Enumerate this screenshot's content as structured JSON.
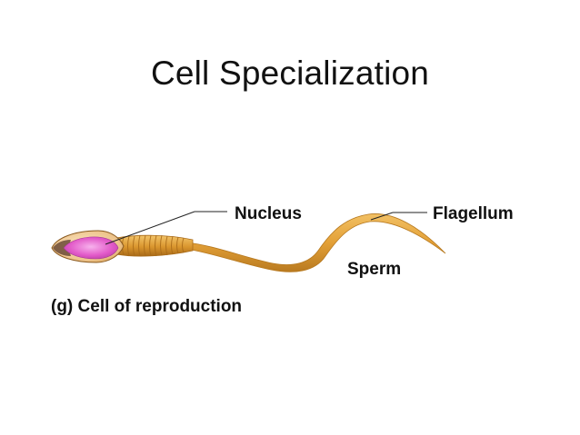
{
  "slide": {
    "title": "Cell Specialization"
  },
  "diagram": {
    "labels": {
      "nucleus": "Nucleus",
      "flagellum": "Flagellum",
      "sperm": "Sperm",
      "caption": "(g) Cell of reproduction"
    },
    "colors": {
      "body": "#E8A93A",
      "body_dark": "#B7791F",
      "nucleus": "#E05BC8",
      "nucleus_light": "#F4A6E6",
      "leader_line": "#222222"
    }
  }
}
